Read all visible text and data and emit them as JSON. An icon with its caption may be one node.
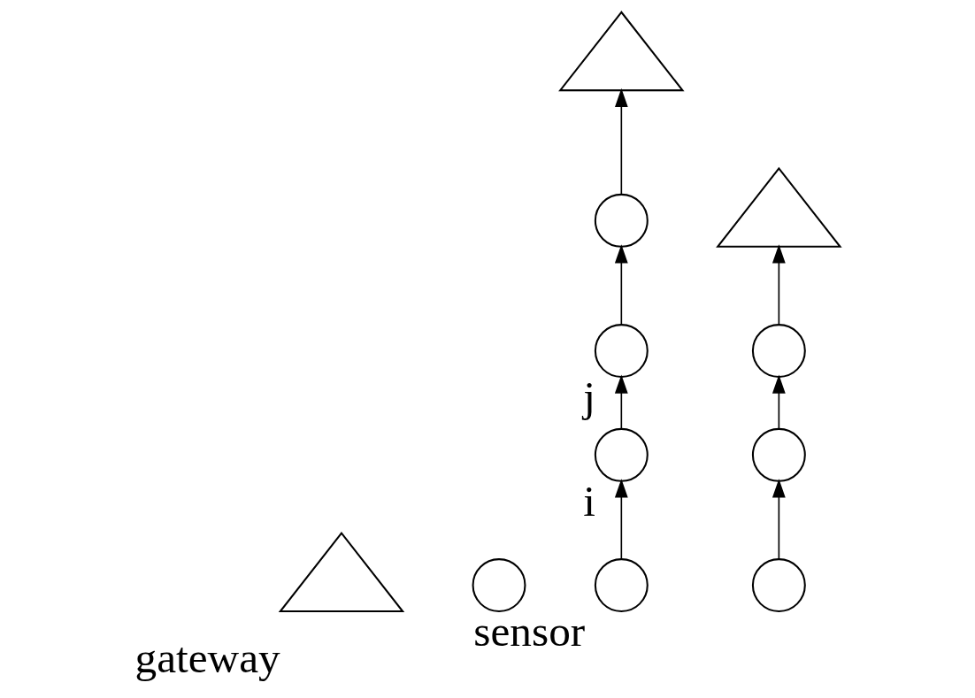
{
  "diagram": {
    "nodes": [
      {
        "text": [
          "gateway"
        ]
      },
      {
        "text": [
          "sensor"
        ]
      },
      {
        "text": [],
        "shape": "triangle"
      },
      {
        "text": [],
        "shape": "circle"
      },
      {
        "text": [],
        "shape": "circle",
        "beside": [
          "j"
        ]
      },
      {
        "text": [],
        "shape": "circle"
      },
      {
        "text": [],
        "shape": "circle"
      },
      {
        "text": [],
        "shape": "triangle"
      },
      {
        "text": [],
        "shape": "circle"
      },
      {
        "text": [],
        "shape": "circle",
        "beside": [
          "i"
        ]
      },
      {
        "text": [],
        "shape": "circle"
      }
    ],
    "edges": [
      {
        "from": 8,
        "to": 6,
        "arrow": "to"
      },
      {
        "from": 6,
        "to": 5,
        "arrow": "to"
      },
      {
        "from": 5,
        "to": 7,
        "arrow": "to"
      },
      {
        "from": 3,
        "to": 2,
        "arrow": "to"
      },
      {
        "from": 4,
        "to": 3,
        "arrow": "to"
      },
      {
        "from": 9,
        "to": 4,
        "arrow": "to"
      },
      {
        "from": 10,
        "to": 9,
        "arrow": "to"
      }
    ]
  }
}
